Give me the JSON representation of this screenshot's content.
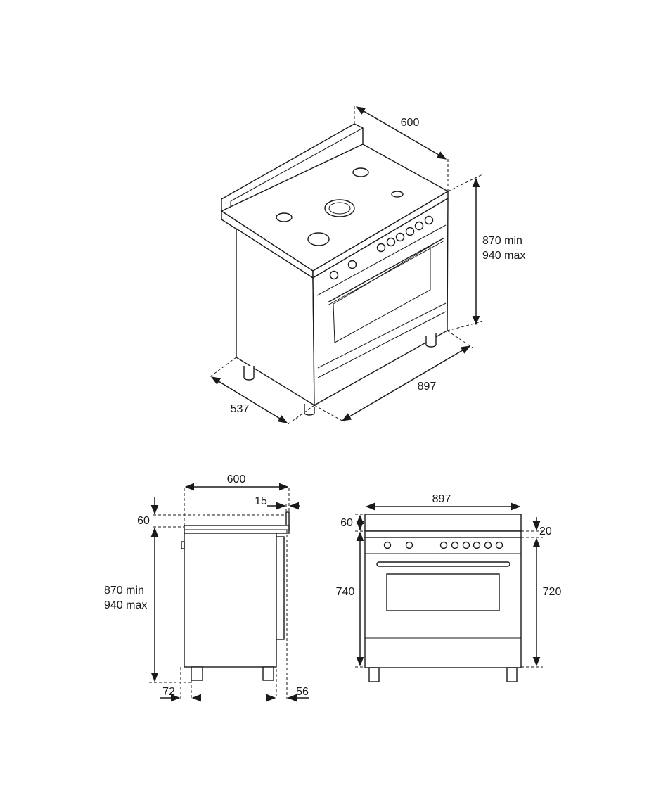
{
  "dimensions": {
    "iso_depth": "600",
    "iso_height_min": "870 min",
    "iso_height_max": "940 max",
    "iso_width": "897",
    "iso_side_depth": "537",
    "side_depth": "600",
    "side_backguard_offset": "15",
    "side_backguard_height": "60",
    "side_height_min": "870 min",
    "side_height_max": "940 max",
    "side_foot_inset": "72",
    "side_rear_inset": "56",
    "front_width": "897",
    "front_backguard_height": "60",
    "front_top_thickness": "20",
    "front_body_height": "740",
    "front_cabinet_height": "720"
  }
}
